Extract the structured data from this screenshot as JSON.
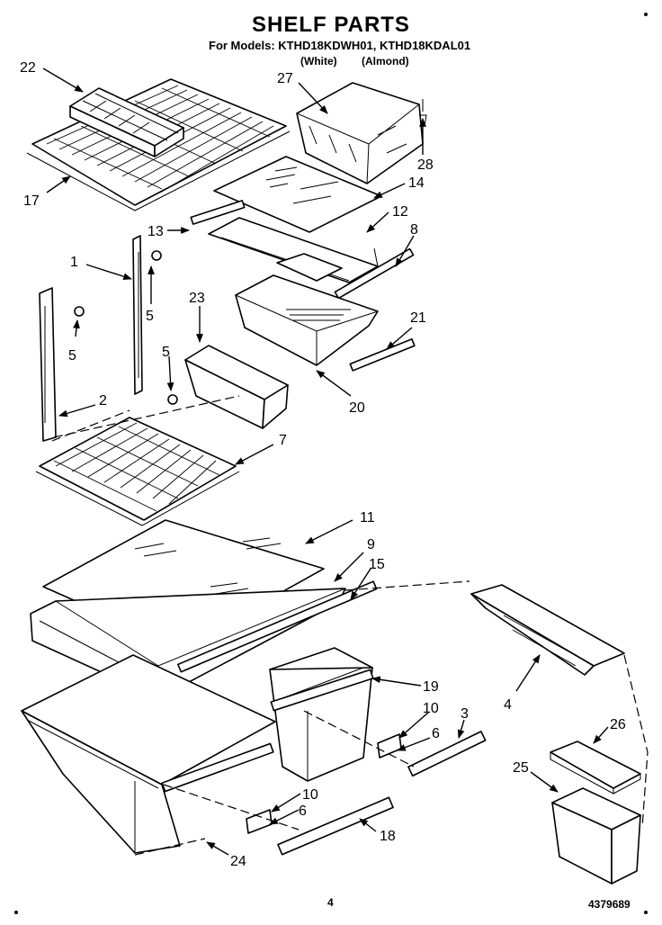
{
  "header": {
    "title": "SHELF PARTS",
    "subtitle": "For Models: KTHD18KDWH01, KTHD18KDAL01",
    "variant_white": "(White)",
    "variant_almond": "(Almond)"
  },
  "footer": {
    "page_number": "4",
    "document_number": "4379689"
  },
  "callouts": {
    "c22": "22",
    "c27": "27",
    "c28": "28",
    "c17": "17",
    "c14": "14",
    "c13": "13",
    "c12": "12",
    "c8": "8",
    "c1": "1",
    "c5a": "5",
    "c23": "23",
    "c5b": "5",
    "c5c": "5",
    "c21": "21",
    "c20": "20",
    "c2": "2",
    "c7": "7",
    "c11": "11",
    "c9": "9",
    "c15": "15",
    "c19": "19",
    "c10a": "10",
    "c6a": "6",
    "c3": "3",
    "c4": "4",
    "c26": "26",
    "c25": "25",
    "c10b": "10",
    "c6b": "6",
    "c18": "18",
    "c24": "24"
  }
}
